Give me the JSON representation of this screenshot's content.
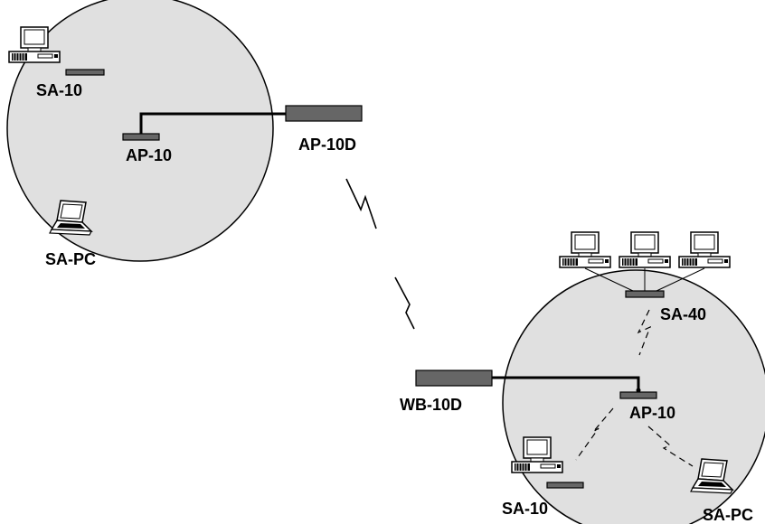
{
  "labels": {
    "left_sa10": "SA-10",
    "left_ap10": "AP-10",
    "ap10d": "AP-10D",
    "left_sapc": "SA-PC",
    "sa40": "SA-40",
    "wb10d": "WB-10D",
    "right_ap10": "AP-10",
    "right_sa10": "SA-10",
    "right_sapc": "SA-PC"
  },
  "icons": {
    "desktop": "desktop-computer-icon",
    "laptop": "laptop-icon",
    "adapter": "wireless-adapter-icon",
    "bolt": "lightning-link-icon"
  },
  "colors": {
    "cell_fill": "#e0e0e0",
    "device_fill": "#666666",
    "outline": "#000000",
    "background": "#ffffff"
  }
}
